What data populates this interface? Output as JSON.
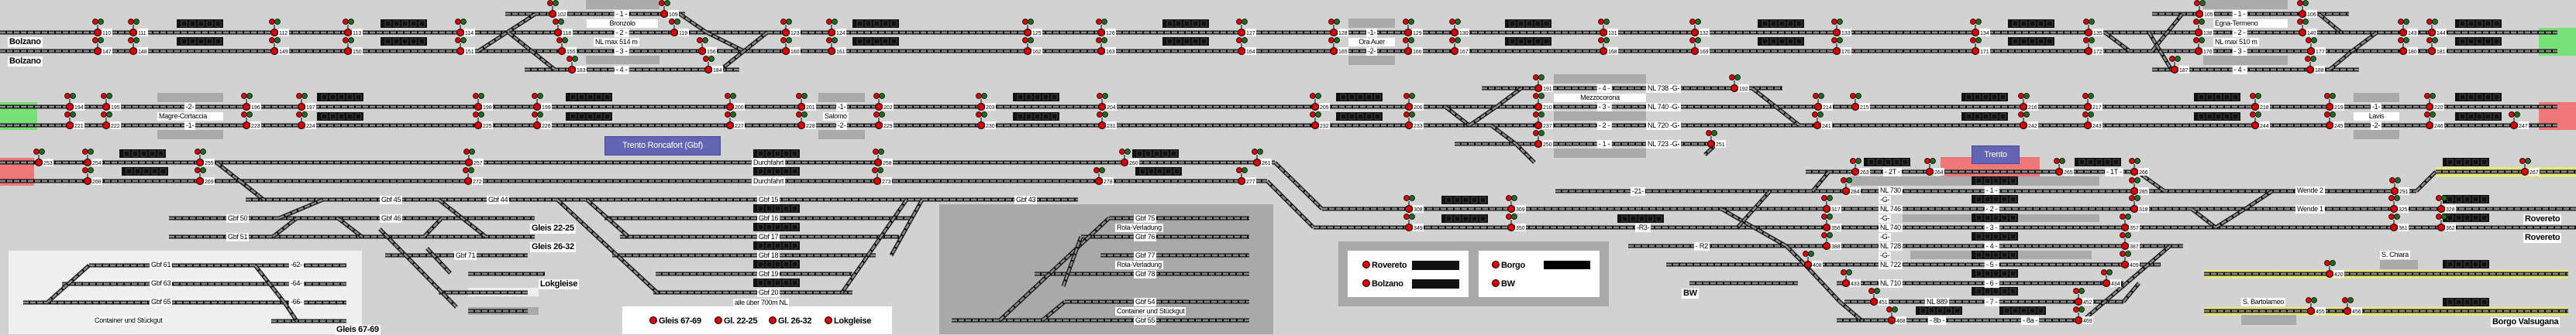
{
  "colors": {
    "background": "#d2d2d2",
    "signal_red": "#dd0000",
    "signal_green": "#1f6b1f",
    "endpoint_green": "#77e077",
    "endpoint_red": "#ee7777",
    "highlight_yellow": "#e6e67a",
    "station_blue": "#6464b4",
    "track_gray": "#8c8c8c"
  },
  "row1": {
    "bolzano_1": "Bolzano",
    "bolzano_2": "Bolzano",
    "bronzolo": "Bronzolo",
    "bronzolo_nl": "NL max 514 m",
    "bronzolo_tracks": [
      "- 1 -",
      "- 2 -",
      "- 3 -",
      "- 4 -"
    ],
    "ora_auer": "Ora Auer",
    "ora_tracks": [
      "-1-",
      "-2-"
    ],
    "egna": "Egna-Termeno",
    "egna_nl": "NL max 510 m",
    "egna_tracks": [
      "- 1 -",
      "- 2 -",
      "- 3 -",
      "- 4 -"
    ]
  },
  "row2": {
    "magre": "Magre-Cortaccia",
    "magre_tracks": [
      "-2-",
      "-1-"
    ],
    "salomo": "Salomo",
    "salomo_tracks": [
      "-1-",
      "-2-"
    ],
    "roncafort": "Trento Roncafort (Gbf)",
    "mezzocorona": "Mezzocorona",
    "mezzo_tracks": [
      "- 4 -",
      "- 3 -",
      "- 2 -",
      "- 1 -"
    ],
    "mezzo_nl": [
      "NL 738 -G-",
      "NL 740 -G-",
      "NL 720 -G-",
      "NL 723 -G-"
    ],
    "lavis": "Lavis",
    "lavis_tracks": [
      "-1-",
      "-2-"
    ]
  },
  "yard": {
    "durchfahrt": [
      "Durchfahrt",
      "Durchfahrt"
    ],
    "gbf_45": "Gbf 45",
    "gbf_44": "Gbf 44",
    "gbf_50": "Gbf 50",
    "gbf_46": "Gbf 46",
    "gbf_51": "Gbf 51",
    "gbf_71": "Gbf 71",
    "gleis_22_25": "Gleis 22-25",
    "gleis_26_32": "Gleis 26-32",
    "lokgleise": "Lokgleise",
    "gbf_61": "Gbf 61",
    "gbf_63": "Gbf 63",
    "gbf_65": "Gbf 65",
    "t62": "-62-",
    "t64": "-64-",
    "t66": "-66-",
    "container_1": "Container und Stückgut",
    "gleis_67_69": "Gleis 67-69",
    "gbf_15": "Gbf 15",
    "gbf_16": "Gbf 16",
    "gbf_17": "Gbf 17",
    "gbf_18": "Gbf 18",
    "gbf_19": "Gbf 19",
    "gbf_20": "Gbf 20",
    "alle_700": "alle über 700m NL",
    "gbf_43": "Gbf 43",
    "gbf_75": "Gbf 75",
    "rola_1": "Rola-Verladung",
    "gbf_76": "Gbf 76",
    "gbf_77": "Gbf 77",
    "rola_2": "Rola-Verladung",
    "gbf_78": "Gbf 78",
    "gbf_54": "Gbf 54",
    "container_2": "Container und Stückgut",
    "gbf_55": "Gbf 55",
    "t21": "-21-",
    "r3": "-R3-",
    "r2": "- R2",
    "bw": "BW"
  },
  "trento": {
    "name": "Trento",
    "t2": "- 2T -",
    "t1": "- 1T -",
    "nl": [
      "NL 730",
      "NL 746",
      "NL 740",
      "NL 728",
      "NL 722",
      "NL 710",
      "NL 889"
    ],
    "tracks": [
      "- 1 -",
      "- 2 -",
      "- 3 -",
      "- 4 -",
      "- 5 -",
      "- 6 -",
      "- 7 -"
    ],
    "g": [
      "-G-",
      "-G-",
      "-G-",
      "-G-"
    ],
    "t8b": "- 8b -",
    "t8a": "- 8a -",
    "wende_2": "Wende 2",
    "wende_1": "Wende 1",
    "rovereto_1": "Rovereto",
    "rovereto_2": "Rovereto",
    "s_chiara": "S. Chiara",
    "s_bartolameo": "S. Bartolameo",
    "borgo_valsugana": "Borgo Valsugana"
  },
  "legend_yard": {
    "items": [
      "Gleis 67-69",
      "Gl. 22-25",
      "Gl. 26-32",
      "Lokgleise"
    ]
  },
  "legend_dir": {
    "rovereto": "Rovereto",
    "bolzano": "Bolzano",
    "borgo": "Borgo",
    "bw": "BW"
  },
  "signals": {
    "r1a": [
      "110",
      "111",
      "112",
      "113",
      "114",
      "118",
      "119",
      "123",
      "124",
      "125",
      "126",
      "127",
      "128",
      "129",
      "130",
      "131",
      "132",
      "133",
      "134",
      "135",
      "138",
      "140",
      "143",
      "144"
    ],
    "r1b": [
      "147",
      "148",
      "149",
      "150",
      "151",
      "155",
      "156",
      "160",
      "161",
      "162",
      "163",
      "164",
      "165",
      "166",
      "167",
      "168",
      "169",
      "170",
      "171",
      "172",
      "176",
      "177",
      "180",
      "181"
    ],
    "r1x": [
      "102",
      "109",
      "183",
      "184",
      "105",
      "106",
      "187",
      "188"
    ],
    "r2a": [
      "194",
      "195",
      "196",
      "197",
      "198",
      "199",
      "200",
      "201",
      "202",
      "203",
      "204",
      "205",
      "206",
      "210",
      "214",
      "215",
      "216",
      "217",
      "218",
      "219",
      "220"
    ],
    "r2b": [
      "221",
      "222",
      "223",
      "224",
      "225",
      "226",
      "227",
      "228",
      "229",
      "230",
      "231",
      "232",
      "233",
      "237",
      "241",
      "242",
      "243",
      "244",
      "245",
      "246",
      "247"
    ],
    "r2x": [
      "191",
      "192",
      "250",
      "251"
    ],
    "r3": [
      "253",
      "254",
      "255",
      "257",
      "258",
      "260",
      "261",
      "268",
      "269",
      "272",
      "273",
      "278",
      "277",
      "308",
      "309",
      "349",
      "350"
    ],
    "tr": [
      "263",
      "264",
      "265",
      "266",
      "284",
      "285",
      "317",
      "318",
      "356",
      "357",
      "388",
      "387",
      "408",
      "409",
      "433",
      "434",
      "451",
      "452",
      "468",
      "469",
      "291",
      "325",
      "328",
      "361",
      "362",
      "267",
      "420",
      "455",
      "456"
    ]
  }
}
